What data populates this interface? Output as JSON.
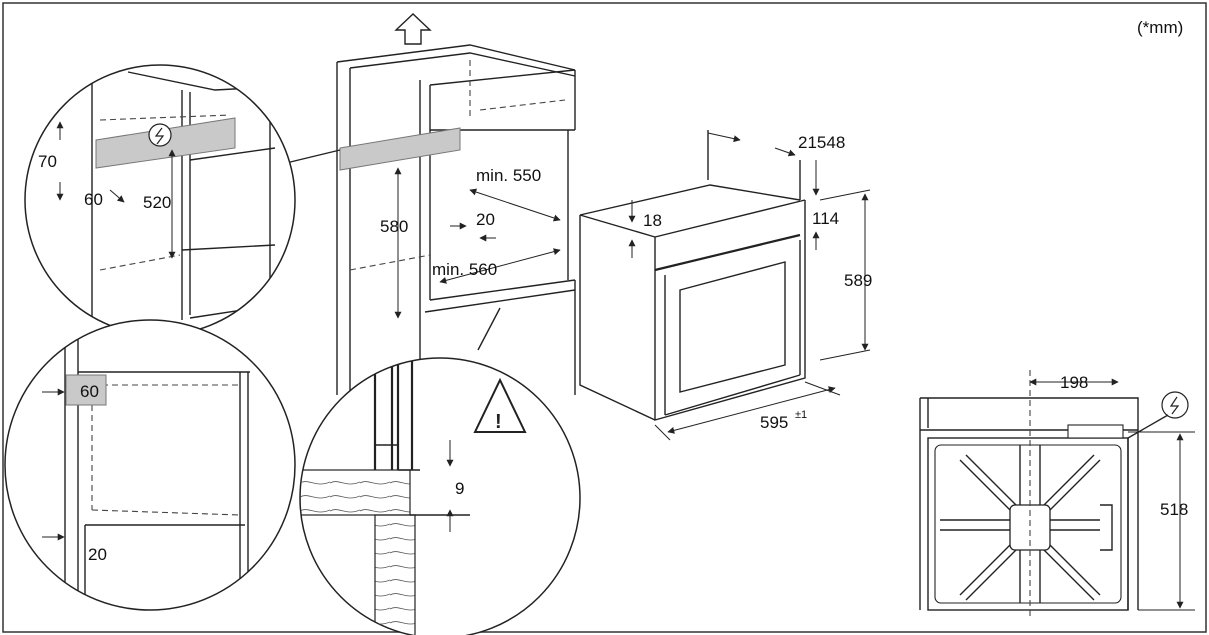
{
  "unit_note": "(*mm)",
  "detail_top": {
    "d70": "70",
    "d60": "60",
    "d520": "520"
  },
  "detail_bottom": {
    "d60": "60",
    "d20": "20"
  },
  "cabinet": {
    "d580": "580",
    "min550": "min. 550",
    "d20": "20",
    "min560": "min. 560"
  },
  "detail_floor": {
    "d9": "9"
  },
  "oven": {
    "d21548": "21548",
    "d18": "18",
    "d114": "114",
    "d589": "589",
    "d595": "595",
    "d595_tol": "±1"
  },
  "top_view": {
    "d198": "198",
    "d518": "518"
  },
  "icons": {
    "power": "power-plug-icon",
    "warning": "warning-icon",
    "arrow": "up-arrow-icon"
  }
}
